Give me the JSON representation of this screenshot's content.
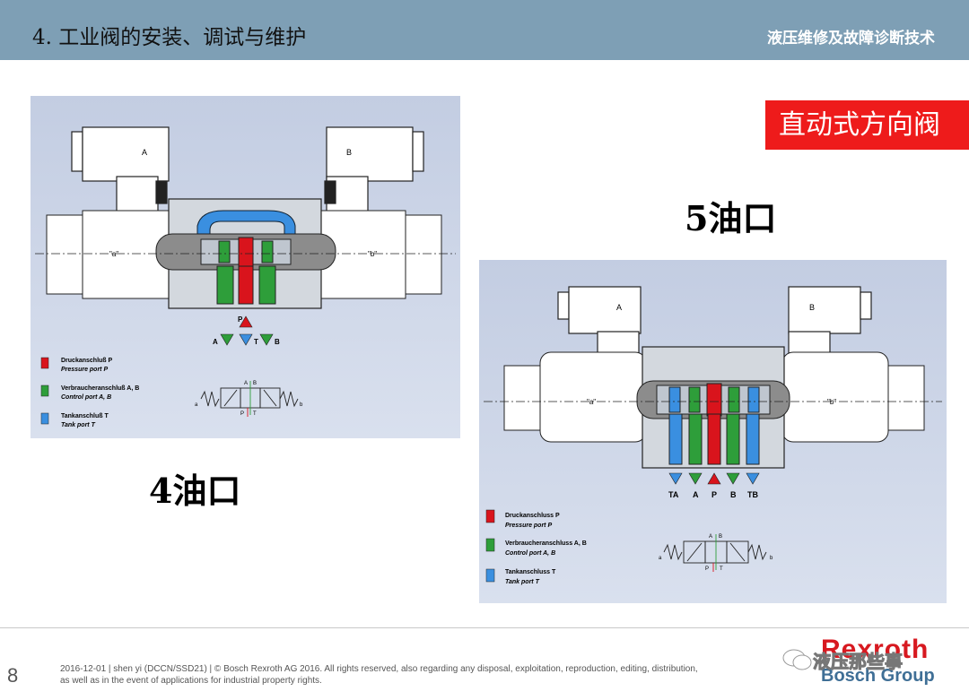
{
  "header": {
    "title": "4. 工业阀的安装、调试与维护",
    "subtitle": "液压维修及故障诊断技术"
  },
  "badge": {
    "label": "直动式方向阀"
  },
  "labels": {
    "five_port": "5油口",
    "four_port": "4油口"
  },
  "diagram_left": {
    "solenoid_a": "A",
    "solenoid_b": "B",
    "axis_a": "\"a\"",
    "axis_b": "\"b\"",
    "ports": {
      "p": "P",
      "a": "A",
      "t": "T",
      "b": "B"
    },
    "legend": [
      {
        "de": "Druckanschluß P",
        "en": "Pressure port P",
        "color": "#d9141c"
      },
      {
        "de": "Verbraucheranschluß A, B",
        "en": "Control port A, B",
        "color": "#2e9e3a"
      },
      {
        "de": "Tankanschluß T",
        "en": "Tank port T",
        "color": "#3a8fe0"
      }
    ],
    "symbol": {
      "a": "a",
      "b": "b",
      "A": "A",
      "B": "B",
      "P": "P",
      "T": "T"
    }
  },
  "diagram_right": {
    "solenoid_a": "A",
    "solenoid_b": "B",
    "axis_a": "\"a\"",
    "axis_b": "\"b\"",
    "ports": {
      "ta": "TA",
      "a": "A",
      "p": "P",
      "b": "B",
      "tb": "TB"
    },
    "legend": [
      {
        "de": "Druckanschluss P",
        "en": "Pressure port P",
        "color": "#d9141c"
      },
      {
        "de": "Verbraucheranschluss A, B",
        "en": "Control port A, B",
        "color": "#2e9e3a"
      },
      {
        "de": "Tankanschluss T",
        "en": "Tank port T",
        "color": "#3a8fe0"
      }
    ],
    "symbol": {
      "a": "a",
      "b": "b",
      "A": "A",
      "B": "B",
      "P": "P",
      "T": "T"
    }
  },
  "footer": {
    "page": "8",
    "line1": "2016-12-01 | shen yi (DCCN/SSD21) | © Bosch Rexroth AG 2016. All rights reserved, also regarding any disposal, exploitation, reproduction, editing, distribution,",
    "line2": "as well as in the event of applications for industrial property rights.",
    "watermark": "液压那些事",
    "brand1": "Rexroth",
    "brand2": "Bosch Group"
  },
  "colors": {
    "header_bg": "#7e9fb5",
    "badge_bg": "#ee1b1b",
    "pressure": "#d9141c",
    "control": "#2e9e3a",
    "tank": "#3a8fe0"
  }
}
